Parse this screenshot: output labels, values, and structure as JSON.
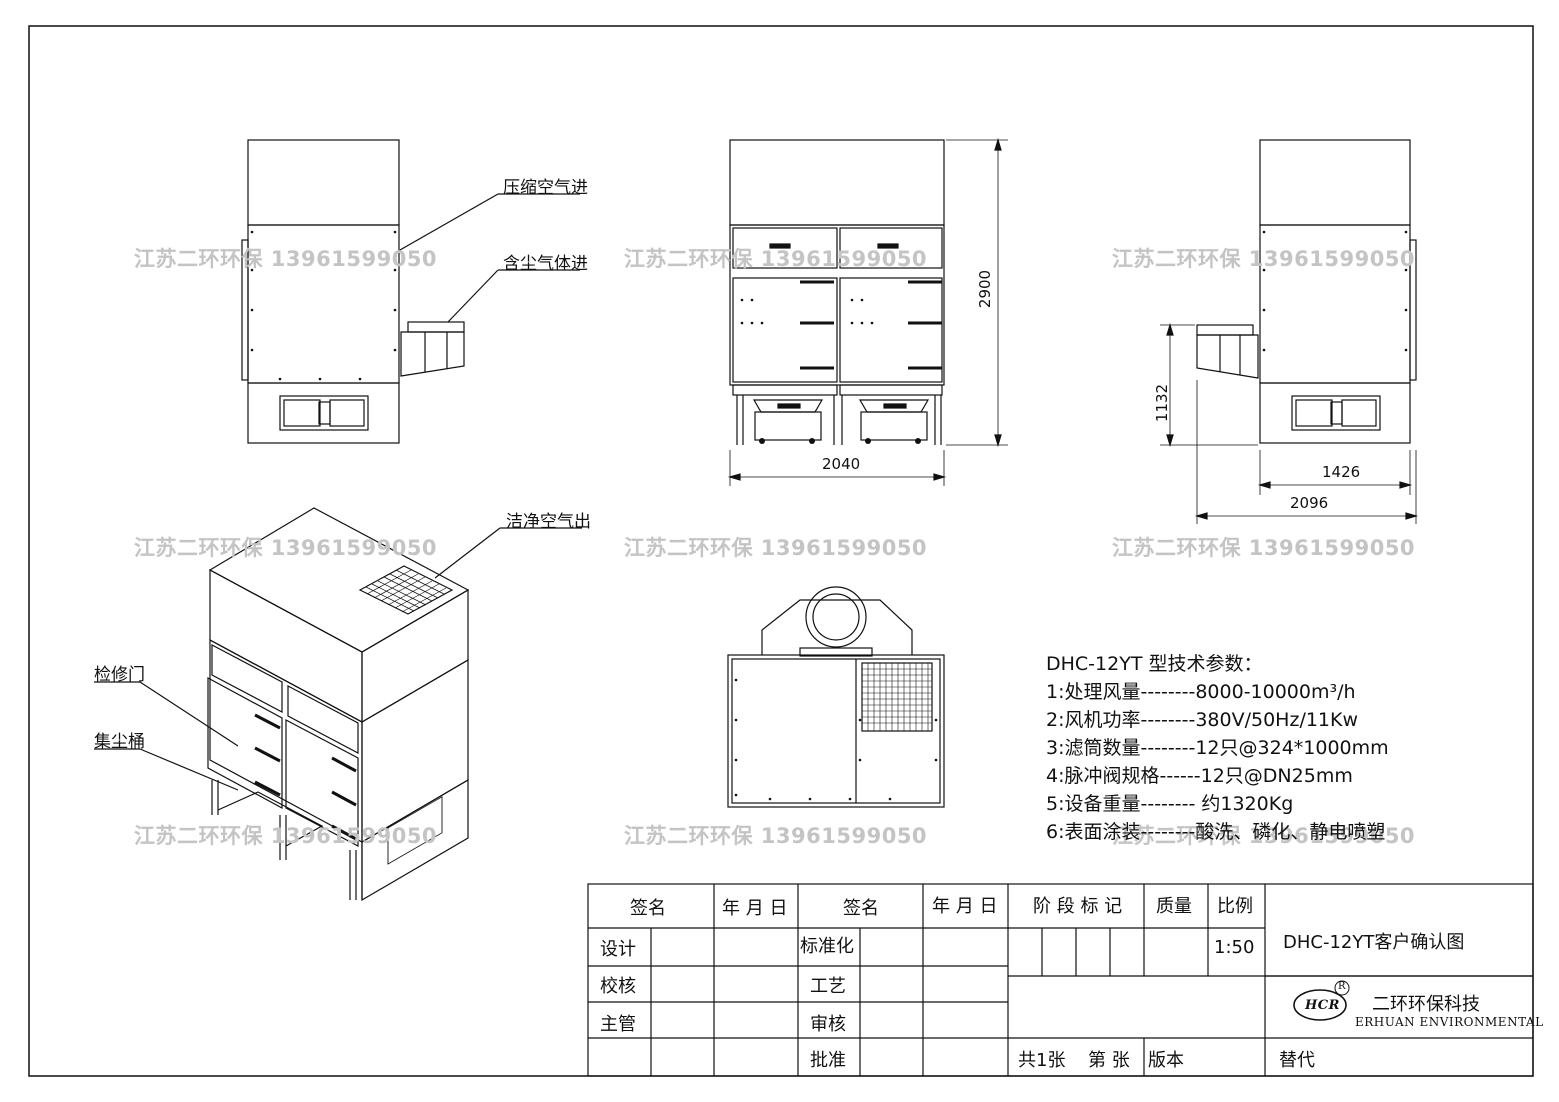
{
  "watermark": "江苏二环环保 13961599050",
  "callouts": {
    "compressed_air_in": "压缩空气进",
    "dusty_gas_in": "含尘气体进",
    "clean_air_out": "洁净空气出",
    "maintenance_door": "检修门",
    "dust_bucket": "集尘桶"
  },
  "dimensions": {
    "height_total": "2900",
    "width_front": "2040",
    "inlet_height": "1132",
    "side_width_inner": "1426",
    "side_width_total": "2096"
  },
  "specs": {
    "title": "DHC-12YT 型技术参数：",
    "lines": [
      "1:处理风量--------8000-10000m³/h",
      "2:风机功率--------380V/50Hz/11Kw",
      "3:滤筒数量--------12只@324*1000mm",
      "4:脉冲阀规格------12只@DN25mm",
      "5:设备重量-------- 约1320Kg",
      "6:表面涂装--------酸洗、磷化、静电喷塑"
    ]
  },
  "title_block": {
    "sign": "签名",
    "date": "年 月 日",
    "sign2": "签名",
    "date2": "年 月 日",
    "stage_mark": "阶 段 标 记",
    "mass": "质量",
    "scale_label": "比例",
    "scale_value": "1:50",
    "design": "设计",
    "check": "校核",
    "supervisor": "主管",
    "standardize": "标准化",
    "process": "工艺",
    "review": "审核",
    "approve": "批准",
    "sheets_total": "共1张",
    "sheet_no": "第  张",
    "version": "版本",
    "replace": "替代",
    "drawing_title": "DHC-12YT客户确认图",
    "company_cn": "二环环保科技",
    "company_en": "ERHUAN ENVIRONMENTAL",
    "logo_text": "HCR",
    "registered": "R"
  }
}
